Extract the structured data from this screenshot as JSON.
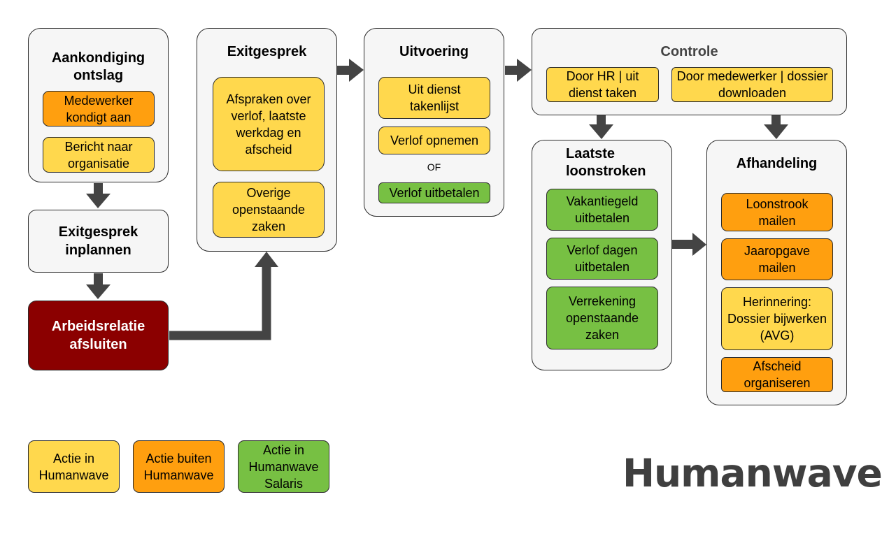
{
  "stage1": {
    "title": "Aankondiging ontslag",
    "items": [
      "Medewerker kondigt aan",
      "Bericht naar organisatie"
    ]
  },
  "stage2": {
    "title": "Exitgesprek inplannen"
  },
  "stage3": {
    "title": "Arbeidsrelatie afsluiten"
  },
  "exitgesprek": {
    "title": "Exitgesprek",
    "items": [
      "Afspraken over verlof, laatste werkdag en afscheid",
      "Overige openstaande zaken"
    ]
  },
  "uitvoering": {
    "title": "Uitvoering",
    "items": [
      "Uit dienst takenlijst",
      "Verlof opnemen",
      "Verlof uitbetalen"
    ],
    "separator": "OF"
  },
  "controle": {
    "title": "Controle",
    "items": [
      "Door HR | uit dienst taken",
      "Door medewerker | dossier downloaden"
    ]
  },
  "loonstroken": {
    "title": "Laatste loonstroken",
    "items": [
      "Vakantiegeld uitbetalen",
      "Verlof dagen uitbetalen",
      "Verrekening openstaande zaken"
    ]
  },
  "afhandeling": {
    "title": "Afhandeling",
    "items": [
      "Loonstrook mailen",
      "Jaaropgave mailen",
      "Herinnering: Dossier bijwerken (AVG)",
      "Afscheid organiseren"
    ]
  },
  "legend": {
    "items": [
      "Actie in Humanwave",
      "Actie buiten Humanwave",
      "Actie in Humanwave Salaris"
    ]
  },
  "logo": {
    "text": "Humanwave"
  },
  "colors": {
    "yellow": "#ffd84d",
    "orange": "#ff9f0f",
    "green": "#77c043",
    "dark_red": "#8b0000",
    "arrow": "#444444",
    "container": "#f6f6f6"
  }
}
